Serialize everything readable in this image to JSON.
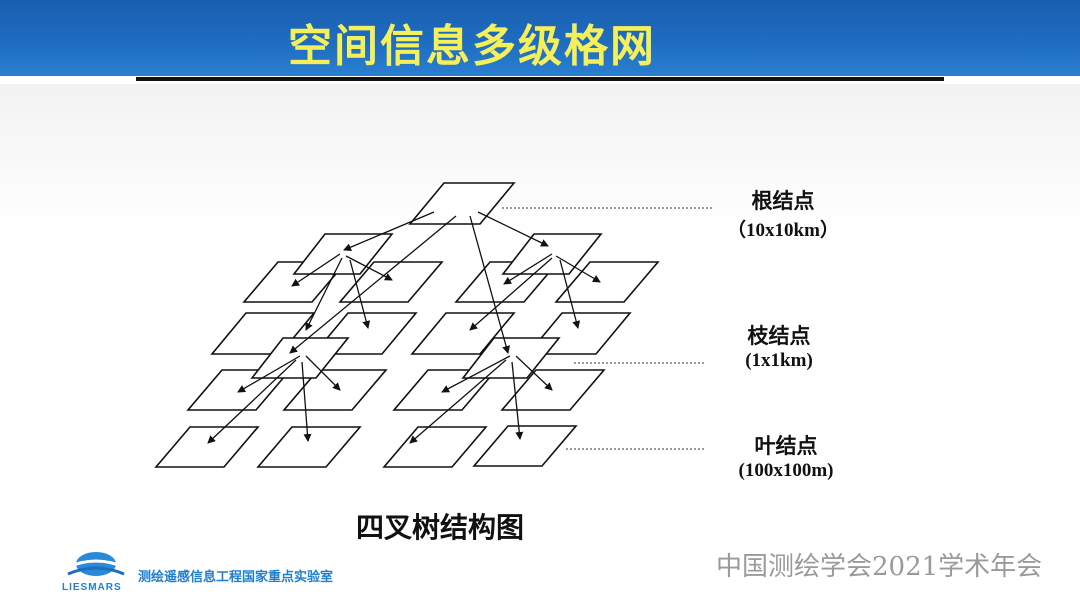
{
  "header": {
    "title": "空间信息多级格网"
  },
  "labels": {
    "root": {
      "name": "根结点",
      "size": "（10x10km）"
    },
    "branch": {
      "name": "枝结点",
      "size": "(1x1km)"
    },
    "leaf": {
      "name": "叶结点",
      "size": "(100x100m)"
    }
  },
  "caption": "四叉树结构图",
  "footer": {
    "logo_text": "LIESMARS",
    "lab_name": "测绘遥感信息工程国家重点实验室",
    "conference": "中国测绘学会2021学术年会"
  },
  "colors": {
    "header": "#1e6cc0",
    "title": "#f5f05a",
    "accent": "#1e7fd0"
  }
}
